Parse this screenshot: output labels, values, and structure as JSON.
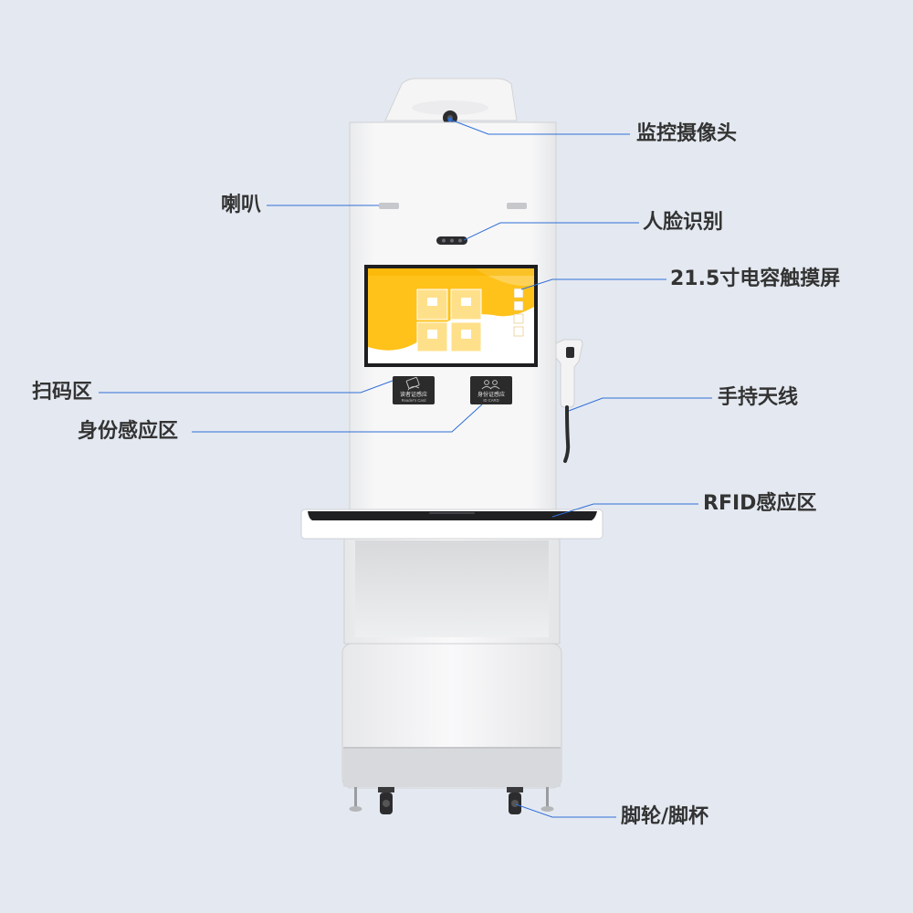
{
  "colors": {
    "background": "#e4e9f1",
    "leader_line": "#2f6fd6",
    "label_text": "#333333",
    "screen_yellow": "#ffc21a",
    "kiosk_body": "#f4f5f6",
    "reader_pad": "#2b2b2b"
  },
  "labels": {
    "camera": "监控摄像头",
    "speaker": "喇叭",
    "face": "人脸识别",
    "touch": "21.5寸电容触摸屏",
    "scan": "扫码区",
    "id": "身份感应区",
    "antenna": "手持天线",
    "rfid": "RFID感应区",
    "caster": "脚轮/脚杯"
  },
  "device": {
    "reader_card_cn": "读者证感应",
    "reader_card_en": "Reader's Card",
    "id_card_cn": "身份证感应",
    "id_card_en": "ID CARD"
  },
  "icons": {
    "reader_pad": "hand-card-icon",
    "id_pad": "people-icon",
    "camera": "dome-camera-icon"
  }
}
